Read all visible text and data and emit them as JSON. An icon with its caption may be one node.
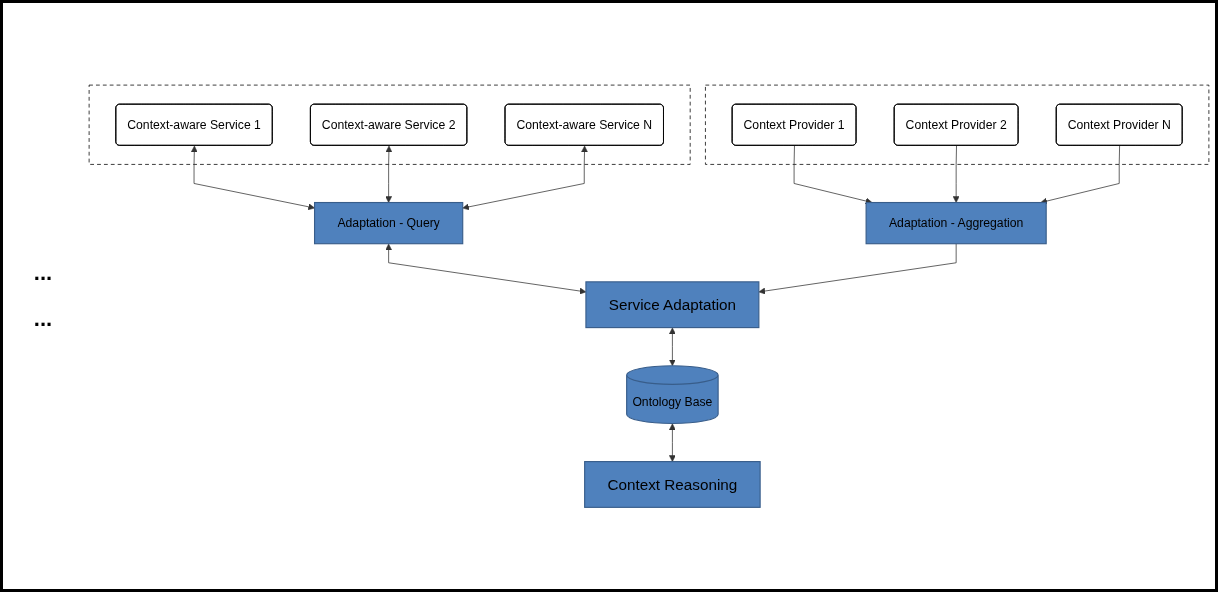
{
  "diagram": {
    "nodes": [
      {
        "text": [],
        "shape": "box"
      },
      {
        "text": [
          "Context-aware Service 1"
        ],
        "in": 0
      },
      {
        "text": [
          "Context-aware Service 2"
        ],
        "in": 0
      },
      {
        "text": [
          "Context-aware Service N"
        ],
        "in": 0
      },
      {
        "text": [
          "Adaptation - Query"
        ]
      },
      {
        "text": [
          "Service Adaptation"
        ]
      },
      {
        "text": [
          "Ontology Base"
        ]
      },
      {
        "text": [
          "Context Reasoning"
        ]
      },
      {
        "text": [
          "Adaptation - Aggregation"
        ]
      },
      {
        "text": [],
        "shape": "box"
      },
      {
        "text": [
          "Context Provider 1"
        ],
        "in": 9
      },
      {
        "text": [
          "Context Provider 2"
        ],
        "in": 9
      },
      {
        "text": [
          "Context Provider N"
        ],
        "in": 9
      }
    ],
    "edges": [
      {
        "from": 1,
        "to": 4,
        "arrow": "both"
      },
      {
        "from": 2,
        "to": 4,
        "arrow": "both"
      },
      {
        "from": 3,
        "to": 4,
        "arrow": "both"
      },
      {
        "from": 4,
        "to": 5,
        "arrow": "both"
      },
      {
        "from": 5,
        "to": 6,
        "arrow": "both"
      },
      {
        "from": 6,
        "to": 7,
        "arrow": "both"
      },
      {
        "from": 8,
        "to": 5,
        "arrow": "to"
      },
      {
        "from": 10,
        "to": 8,
        "arrow": "to"
      },
      {
        "from": 11,
        "to": 8,
        "arrow": "to"
      },
      {
        "from": 12,
        "to": 8,
        "arrow": "to"
      }
    ],
    "labels": [
      "...",
      "..."
    ]
  }
}
